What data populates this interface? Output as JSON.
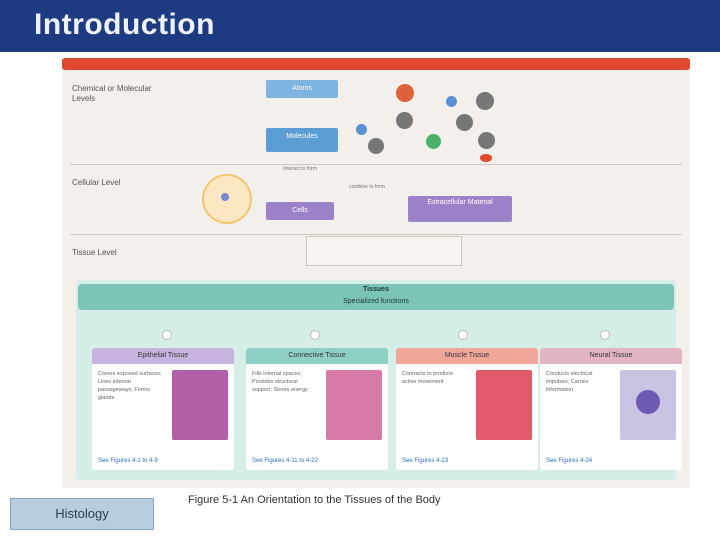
{
  "header": {
    "title": "Introduction"
  },
  "levels": {
    "chemical": "Chemical or Molecular Levels",
    "cellular": "Cellular Level",
    "tissue": "Tissue Level"
  },
  "boxes": {
    "atoms": "Atoms",
    "molecules": "Molecules",
    "cells": "Cells",
    "extracellular": "Extracellular Material",
    "interact": "Interact to form",
    "combine": "combine to form"
  },
  "tissues": {
    "title": "Tissues",
    "subtitle": "Specialized functions",
    "cards": [
      {
        "name": "Epithelial Tissue",
        "text": "Covers exposed surfaces; Lines internal passageways; Forms glands",
        "link": "See Figures 4-1 to 4-9",
        "color": "#c7b3e0",
        "img": "#b25fa8"
      },
      {
        "name": "Connective Tissue",
        "text": "Fills internal spaces; Provides structural support; Stores energy",
        "link": "See Figures 4-11 to 4-22",
        "color": "#8fd0c4",
        "img": "#d77aa8"
      },
      {
        "name": "Muscle Tissue",
        "text": "Contracts to produce active movement",
        "link": "See Figures 4-23",
        "color": "#f0a79a",
        "img": "#e25a6a"
      },
      {
        "name": "Neural Tissue",
        "text": "Conducts electrical impulses; Carries information",
        "link": "See Figures 4-24",
        "color": "#e2b4c4",
        "img": "#6e5ab0"
      }
    ]
  },
  "caption": "Figure 5-1 An Orientation to the Tissues of the Body",
  "button": {
    "label": "Histology"
  }
}
